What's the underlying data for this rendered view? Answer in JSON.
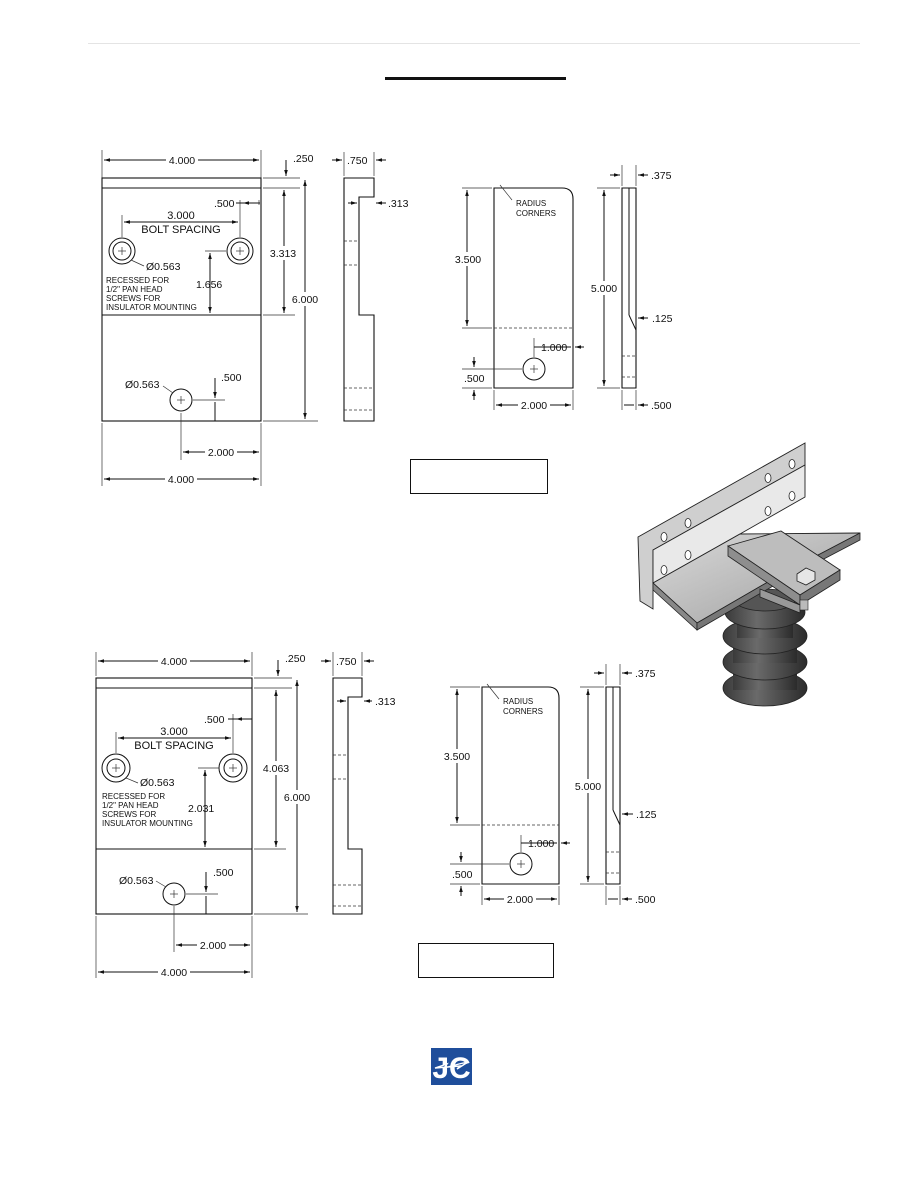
{
  "sheet": {
    "accent_color": "#1f4e9b",
    "logo_text": "JC"
  },
  "top_set": {
    "plate": {
      "width_top": "4.000",
      "width_bottom": "4.000",
      "thickness": ".250",
      "bolt_spacing_value": "3.000",
      "bolt_spacing_label": "BOLT SPACING",
      "edge_offset": ".500",
      "hole_dia_upper": "Ø0.563",
      "recess_note": [
        "RECESSED FOR",
        "1/2\" PAN HEAD",
        "SCREWS FOR",
        "INSULATOR MOUNTING"
      ],
      "upper_height": "3.313",
      "hole_vertical": "1.656",
      "total_height": "6.000",
      "hole_dia_lower": "Ø0.563",
      "lower_offset": ".500",
      "lower_hole_x": "2.000"
    },
    "side": {
      "depth": ".750",
      "step": ".313"
    },
    "bracket": {
      "radius_note": [
        "RADIUS",
        "CORNERS"
      ],
      "height": "3.500",
      "hole_x": "1.000",
      "hole_y": ".500",
      "width": "2.000"
    },
    "bracket_side": {
      "thickness": ".375",
      "height": "5.000",
      "step": ".125",
      "base": ".500"
    }
  },
  "bottom_set": {
    "plate": {
      "width_top": "4.000",
      "width_bottom": "4.000",
      "thickness": ".250",
      "bolt_spacing_value": "3.000",
      "bolt_spacing_label": "BOLT SPACING",
      "edge_offset": ".500",
      "hole_dia_upper": "Ø0.563",
      "recess_note": [
        "RECESSED FOR",
        "1/2\" PAN HEAD",
        "SCREWS FOR",
        "INSULATOR MOUNTING"
      ],
      "upper_height": "4.063",
      "hole_vertical": "2.031",
      "total_height": "6.000",
      "hole_dia_lower": "Ø0.563",
      "lower_offset": ".500",
      "lower_hole_x": "2.000"
    },
    "side": {
      "depth": ".750",
      "step": ".313"
    },
    "bracket": {
      "radius_note": [
        "RADIUS",
        "CORNERS"
      ],
      "height": "3.500",
      "hole_x": "1.000",
      "hole_y": ".500",
      "width": "2.000"
    },
    "bracket_side": {
      "thickness": ".375",
      "height": "5.000",
      "step": ".125",
      "base": ".500"
    }
  }
}
